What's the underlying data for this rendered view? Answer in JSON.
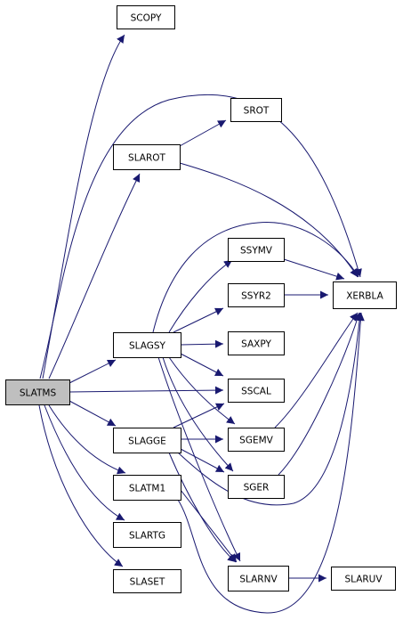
{
  "diagram": {
    "root": "SLATMS",
    "colors": {
      "edge": "#191970",
      "root_fill": "#bfbfbf",
      "node_fill": "#ffffff",
      "border": "#000000"
    },
    "nodes": [
      {
        "id": "SLATMS",
        "label": "SLATMS",
        "root": true
      },
      {
        "id": "SCOPY",
        "label": "SCOPY"
      },
      {
        "id": "SROT",
        "label": "SROT"
      },
      {
        "id": "SLAROT",
        "label": "SLAROT"
      },
      {
        "id": "SSYMV",
        "label": "SSYMV"
      },
      {
        "id": "XERBLA",
        "label": "XERBLA"
      },
      {
        "id": "SSYR2",
        "label": "SSYR2"
      },
      {
        "id": "SLAGSY",
        "label": "SLAGSY"
      },
      {
        "id": "SAXPY",
        "label": "SAXPY"
      },
      {
        "id": "SSCAL",
        "label": "SSCAL"
      },
      {
        "id": "SLAGGE",
        "label": "SLAGGE"
      },
      {
        "id": "SGEMV",
        "label": "SGEMV"
      },
      {
        "id": "SLATM1",
        "label": "SLATM1"
      },
      {
        "id": "SGER",
        "label": "SGER"
      },
      {
        "id": "SLARTG",
        "label": "SLARTG"
      },
      {
        "id": "SLASET",
        "label": "SLASET"
      },
      {
        "id": "SLARNV",
        "label": "SLARNV"
      },
      {
        "id": "SLARUV",
        "label": "SLARUV"
      }
    ],
    "edges": [
      {
        "from": "SLATMS",
        "to": "SCOPY"
      },
      {
        "from": "SLATMS",
        "to": "XERBLA"
      },
      {
        "from": "SLATMS",
        "to": "SLAROT"
      },
      {
        "from": "SLATMS",
        "to": "SLAGSY"
      },
      {
        "from": "SLATMS",
        "to": "SSCAL"
      },
      {
        "from": "SLATMS",
        "to": "SLAGGE"
      },
      {
        "from": "SLATMS",
        "to": "SLATM1"
      },
      {
        "from": "SLATMS",
        "to": "SLARTG"
      },
      {
        "from": "SLATMS",
        "to": "SLASET"
      },
      {
        "from": "SLAROT",
        "to": "SROT"
      },
      {
        "from": "SLAROT",
        "to": "XERBLA"
      },
      {
        "from": "SLAGSY",
        "to": "SSYMV"
      },
      {
        "from": "SLAGSY",
        "to": "SSYR2"
      },
      {
        "from": "SLAGSY",
        "to": "SAXPY"
      },
      {
        "from": "SLAGSY",
        "to": "SSCAL"
      },
      {
        "from": "SLAGSY",
        "to": "SGEMV"
      },
      {
        "from": "SLAGSY",
        "to": "SGER"
      },
      {
        "from": "SLAGSY",
        "to": "SLARNV"
      },
      {
        "from": "SLAGSY",
        "to": "XERBLA"
      },
      {
        "from": "SLAGGE",
        "to": "SSCAL"
      },
      {
        "from": "SLAGGE",
        "to": "SGEMV"
      },
      {
        "from": "SLAGGE",
        "to": "SGER"
      },
      {
        "from": "SLAGGE",
        "to": "SLARNV"
      },
      {
        "from": "SLAGGE",
        "to": "XERBLA"
      },
      {
        "from": "SLATM1",
        "to": "SLARNV"
      },
      {
        "from": "SLATM1",
        "to": "XERBLA"
      },
      {
        "from": "SSYMV",
        "to": "XERBLA"
      },
      {
        "from": "SSYR2",
        "to": "XERBLA"
      },
      {
        "from": "SGEMV",
        "to": "XERBLA"
      },
      {
        "from": "SGER",
        "to": "XERBLA"
      },
      {
        "from": "SLARNV",
        "to": "SLARUV"
      }
    ]
  }
}
